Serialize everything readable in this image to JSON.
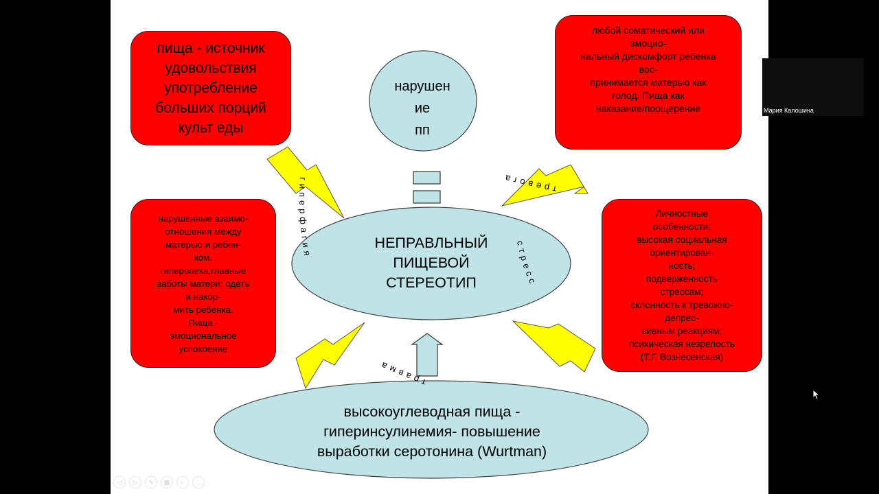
{
  "diagram": {
    "top_left_box": "пища - источник\nудовольствия\nупотребление\nбольших порций\nкульт еды",
    "top_right_box": "любой соматический или\nэмоцио-\nнальный дискомфорт ребенка\nвос-\nпринимается матерью как\nголод. Пища как\nнаказание/поощерение",
    "mid_left_box": "нарушенные взаимо-\nотношения между\nматерью и ребен-\nком.\nгиперопека,главные\nзаботы матери: одеть\nи накор-\nмить ребенка.\nПища -\nэмоциональное\nуспокоение",
    "mid_right_box": "Личностные\nособенности:\nвысокая социальная\nориентирован-\nность;\nподверженность\nстрессам;\nсклонность к тревожно-\nдепрес-\nсивным реакциям;\nпсихическая незрелость\n(Т.Г. Вознесенская)",
    "top_circle": "нарушен\nие\nпп",
    "center_ellipse": "НЕПРАВЛЬНЫЙ\nПИЩЕВОЙ\nСТЕРЕОТИП",
    "bottom_ellipse": "высокоуглеводная пища -\nгиперинсулинемия- повышение\nвыработки серотонина (Wurtman)",
    "arc_labels": {
      "left": "гиперфагия",
      "top_right": "тревога",
      "right": "стресс",
      "bottom": "травма"
    }
  },
  "webcam": {
    "name": "Мария Калошина"
  },
  "toolbar": {
    "buttons": [
      {
        "name": "prev-slide",
        "glyph": "◁"
      },
      {
        "name": "next-slide",
        "glyph": "▷"
      },
      {
        "name": "pen",
        "glyph": "✎"
      },
      {
        "name": "slides",
        "glyph": "▦"
      },
      {
        "name": "zoom",
        "glyph": "⌕"
      },
      {
        "name": "more",
        "glyph": "…"
      }
    ]
  },
  "colors": {
    "box_fill": "#ff0000",
    "ellipse_fill": "#bfe3e6",
    "lightning_fill": "#ffff00",
    "arrow_fill": "#bfe3e6"
  }
}
